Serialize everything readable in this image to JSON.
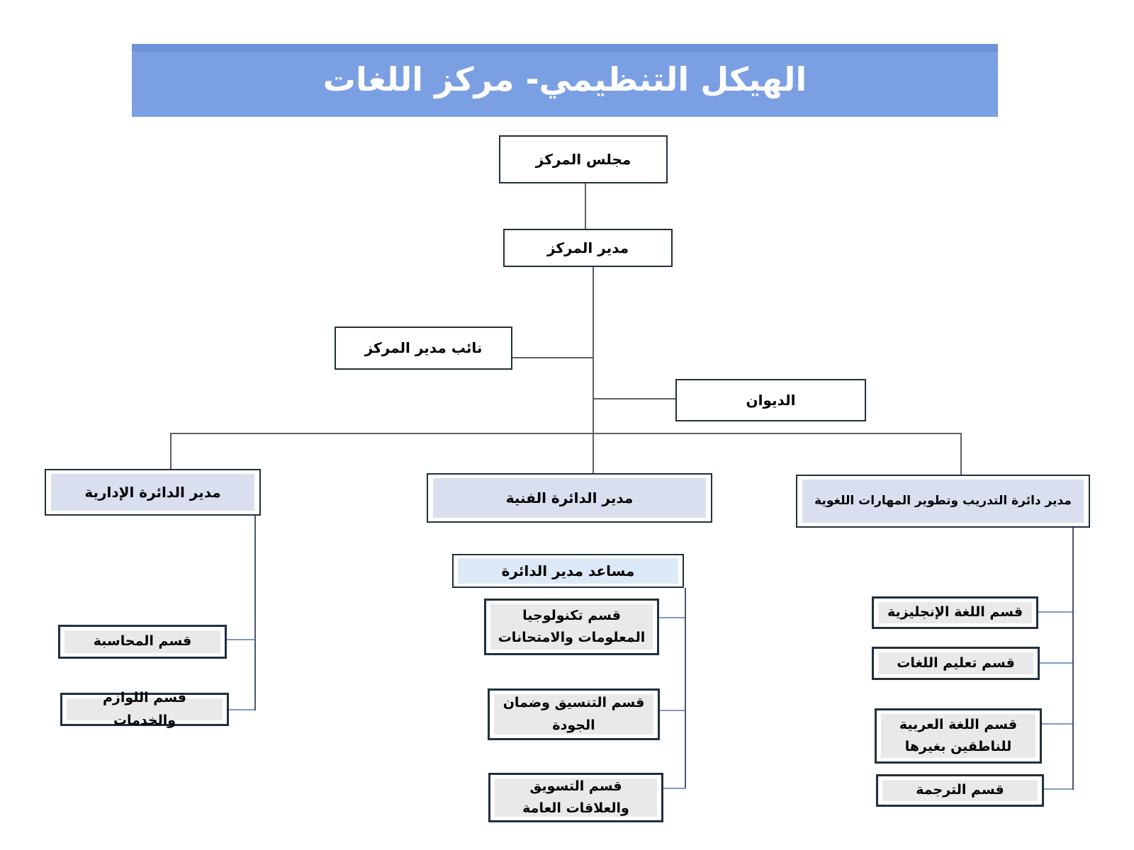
{
  "banner": {
    "title": "الهيكل التنظيمي- مركز اللغات"
  },
  "colors": {
    "banner_bg": "#7B9FE3",
    "banner_bg_dark": "#6D92D9",
    "title_text": "#FFFFFF",
    "box_border": "#20303F",
    "manager_fill": "#DADFF0",
    "assistant_fill": "#DCE9F6",
    "section_fill": "#E9E9E9",
    "trunk_line": "#5F5F5F",
    "spine_line": "#46586E",
    "stub_line": "#7F9CC0",
    "text": "#000000"
  },
  "nodes": {
    "council": {
      "label": "مجلس المركز"
    },
    "director": {
      "label": "مدير المركز"
    },
    "deputy_director": {
      "label": "نائب مدير المركز"
    },
    "diwan": {
      "label": "الديوان"
    },
    "admin_dept_director": {
      "label": "مدير الدائرة الإدارية"
    },
    "technical_dept_director": {
      "label": "مدير الدائرة الفنية"
    },
    "training_dept_director": {
      "label": "مدير دائرة التدريب وتطوير المهارات اللغوية"
    },
    "assistant_director": {
      "label": "مساعد مدير الدائرة"
    },
    "accounting_section": {
      "label": "قسم المحاسبة"
    },
    "supplies_services_section": {
      "label": "قسم اللوازم والخدمات"
    },
    "it_exams_section": {
      "label": "قسم تكنولوجيا المعلومات والامتحانات"
    },
    "coordination_quality_section": {
      "label": "قسم التنسيق وضمان الجودة"
    },
    "marketing_pr_section": {
      "label": "قسم التسويق والعلاقات العامة"
    },
    "english_section": {
      "label": "قسم اللغة الإنجليزية"
    },
    "language_teaching_section": {
      "label": "قسم تعليم اللغات"
    },
    "arabic_nonnative_section": {
      "label": "قسم اللغة العربية للناطقين بغيرها"
    },
    "translation_section": {
      "label": "قسم الترجمة"
    }
  }
}
